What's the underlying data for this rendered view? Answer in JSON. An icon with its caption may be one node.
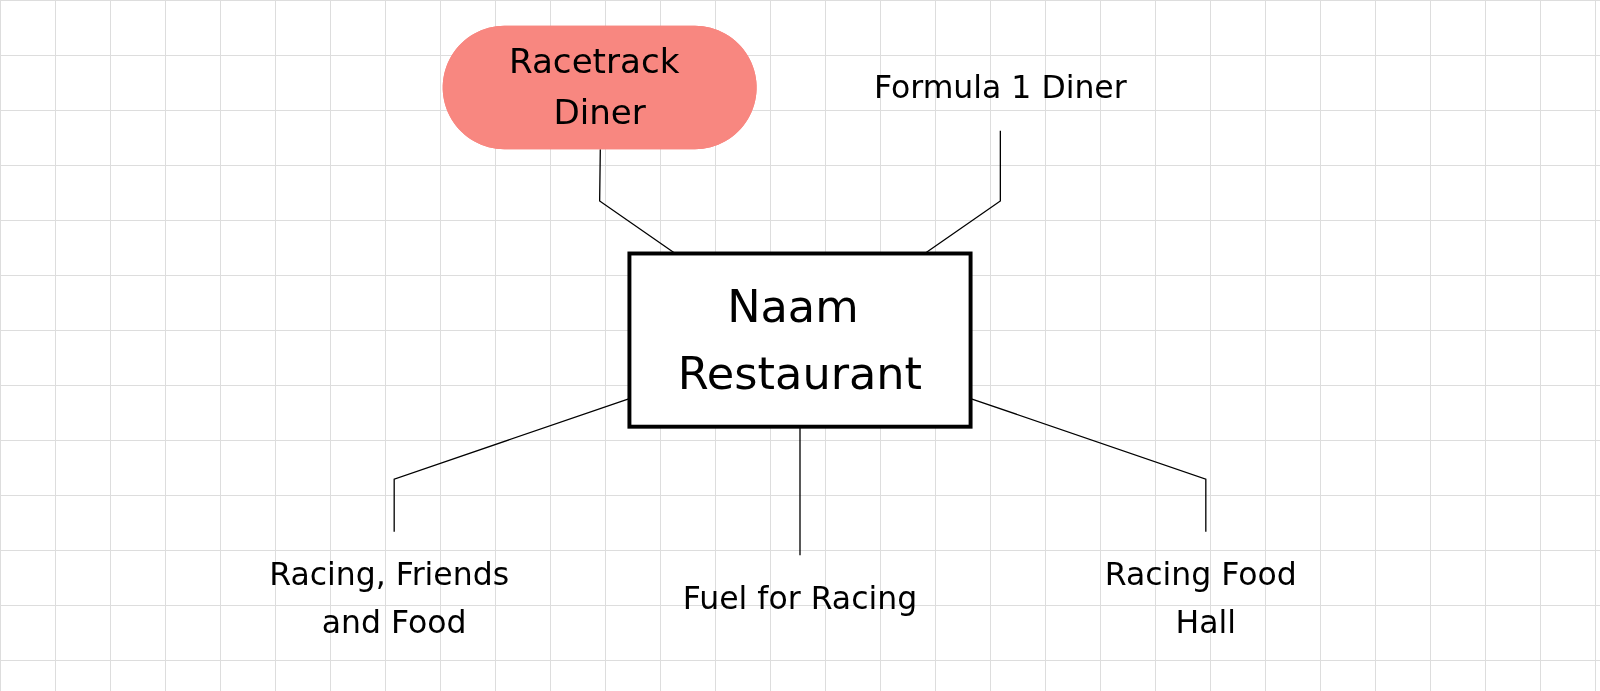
{
  "diagram": {
    "nodes": [
      {
        "text": [
          "Naam Restaurant"
        ]
      },
      {
        "text": [
          "Racetrack Diner"
        ]
      },
      {
        "text": [
          "Formula 1 Diner"
        ]
      },
      {
        "text": [
          "Racing, Friends and Food"
        ]
      },
      {
        "text": [
          "Fuel for Racing"
        ]
      },
      {
        "text": [
          "Racing Food Hall"
        ]
      }
    ],
    "edges": [
      {
        "from": 1,
        "to": 0,
        "arrow": "none"
      },
      {
        "from": 2,
        "to": 0,
        "arrow": "none"
      },
      {
        "from": 0,
        "to": 3,
        "arrow": "none"
      },
      {
        "from": 0,
        "to": 4,
        "arrow": "none"
      },
      {
        "from": 0,
        "to": 5,
        "arrow": "none"
      }
    ]
  }
}
